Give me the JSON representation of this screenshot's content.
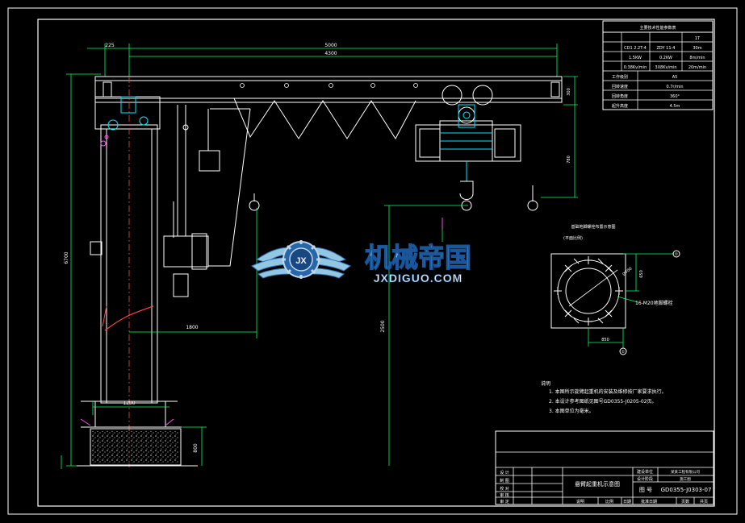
{
  "dims": {
    "top_total": "5000",
    "top_left": "225",
    "top_span": "4300",
    "left_height": "6700",
    "right_300": "300",
    "right_780": "780",
    "hook_2500": "2500",
    "width_1800": "1800",
    "base_1200": "1200",
    "base_800": "800",
    "flange_650": "650",
    "flange_850": "850",
    "flange_d700": "Ø700",
    "bolt_label": "16-M20地脚螺栓",
    "axis_r": "①",
    "axis_b": "①"
  },
  "spec_table": {
    "title": "主要技术性能参数表",
    "rows": [
      [
        "",
        "1T",
        ""
      ],
      [
        "CD1 2.2T-4",
        "ZDY 11-4",
        "30m"
      ],
      [
        "1.5KW",
        "0.2KW",
        "8m/min"
      ],
      [
        "0.38Kv/min",
        "3X8Kv/min",
        "20m/min"
      ],
      [
        "工作级别",
        "A5",
        ""
      ],
      [
        "回转速度",
        "0.7r/min",
        ""
      ],
      [
        "回转角度",
        "360°",
        ""
      ],
      [
        "起升高度",
        "4.5m",
        ""
      ]
    ]
  },
  "flange": {
    "title": "基础地脚螺栓布置示意图",
    "subtitle": "(平面比例)"
  },
  "notes": {
    "heading": "说明",
    "items": [
      "1. 本图所示旋臂起重机的安装及维修按厂家要求执行。",
      "2. 本设计参考图纸见图号GD0355-J0205-02页。",
      "3. 本图单位为毫米。"
    ]
  },
  "title_block": {
    "drawing_name": "悬臂起重机示意图",
    "project_label": "建设单位",
    "project_value": "某某工程有限公司",
    "stage_label": "设计阶段",
    "stage_value": "施工图",
    "drawing_no_label": "图  号",
    "drawing_no": "GD0355-J0303-07",
    "left_labels": [
      "设 计",
      "制 图",
      "校 对",
      "审 核",
      "审 定"
    ],
    "bottom": [
      "说明",
      "比例",
      "日期",
      "批准日期",
      "页数",
      "共页"
    ]
  },
  "logo": {
    "cn": "机械帝国",
    "en": "JXDIGUO.COM",
    "mark": "JX"
  }
}
